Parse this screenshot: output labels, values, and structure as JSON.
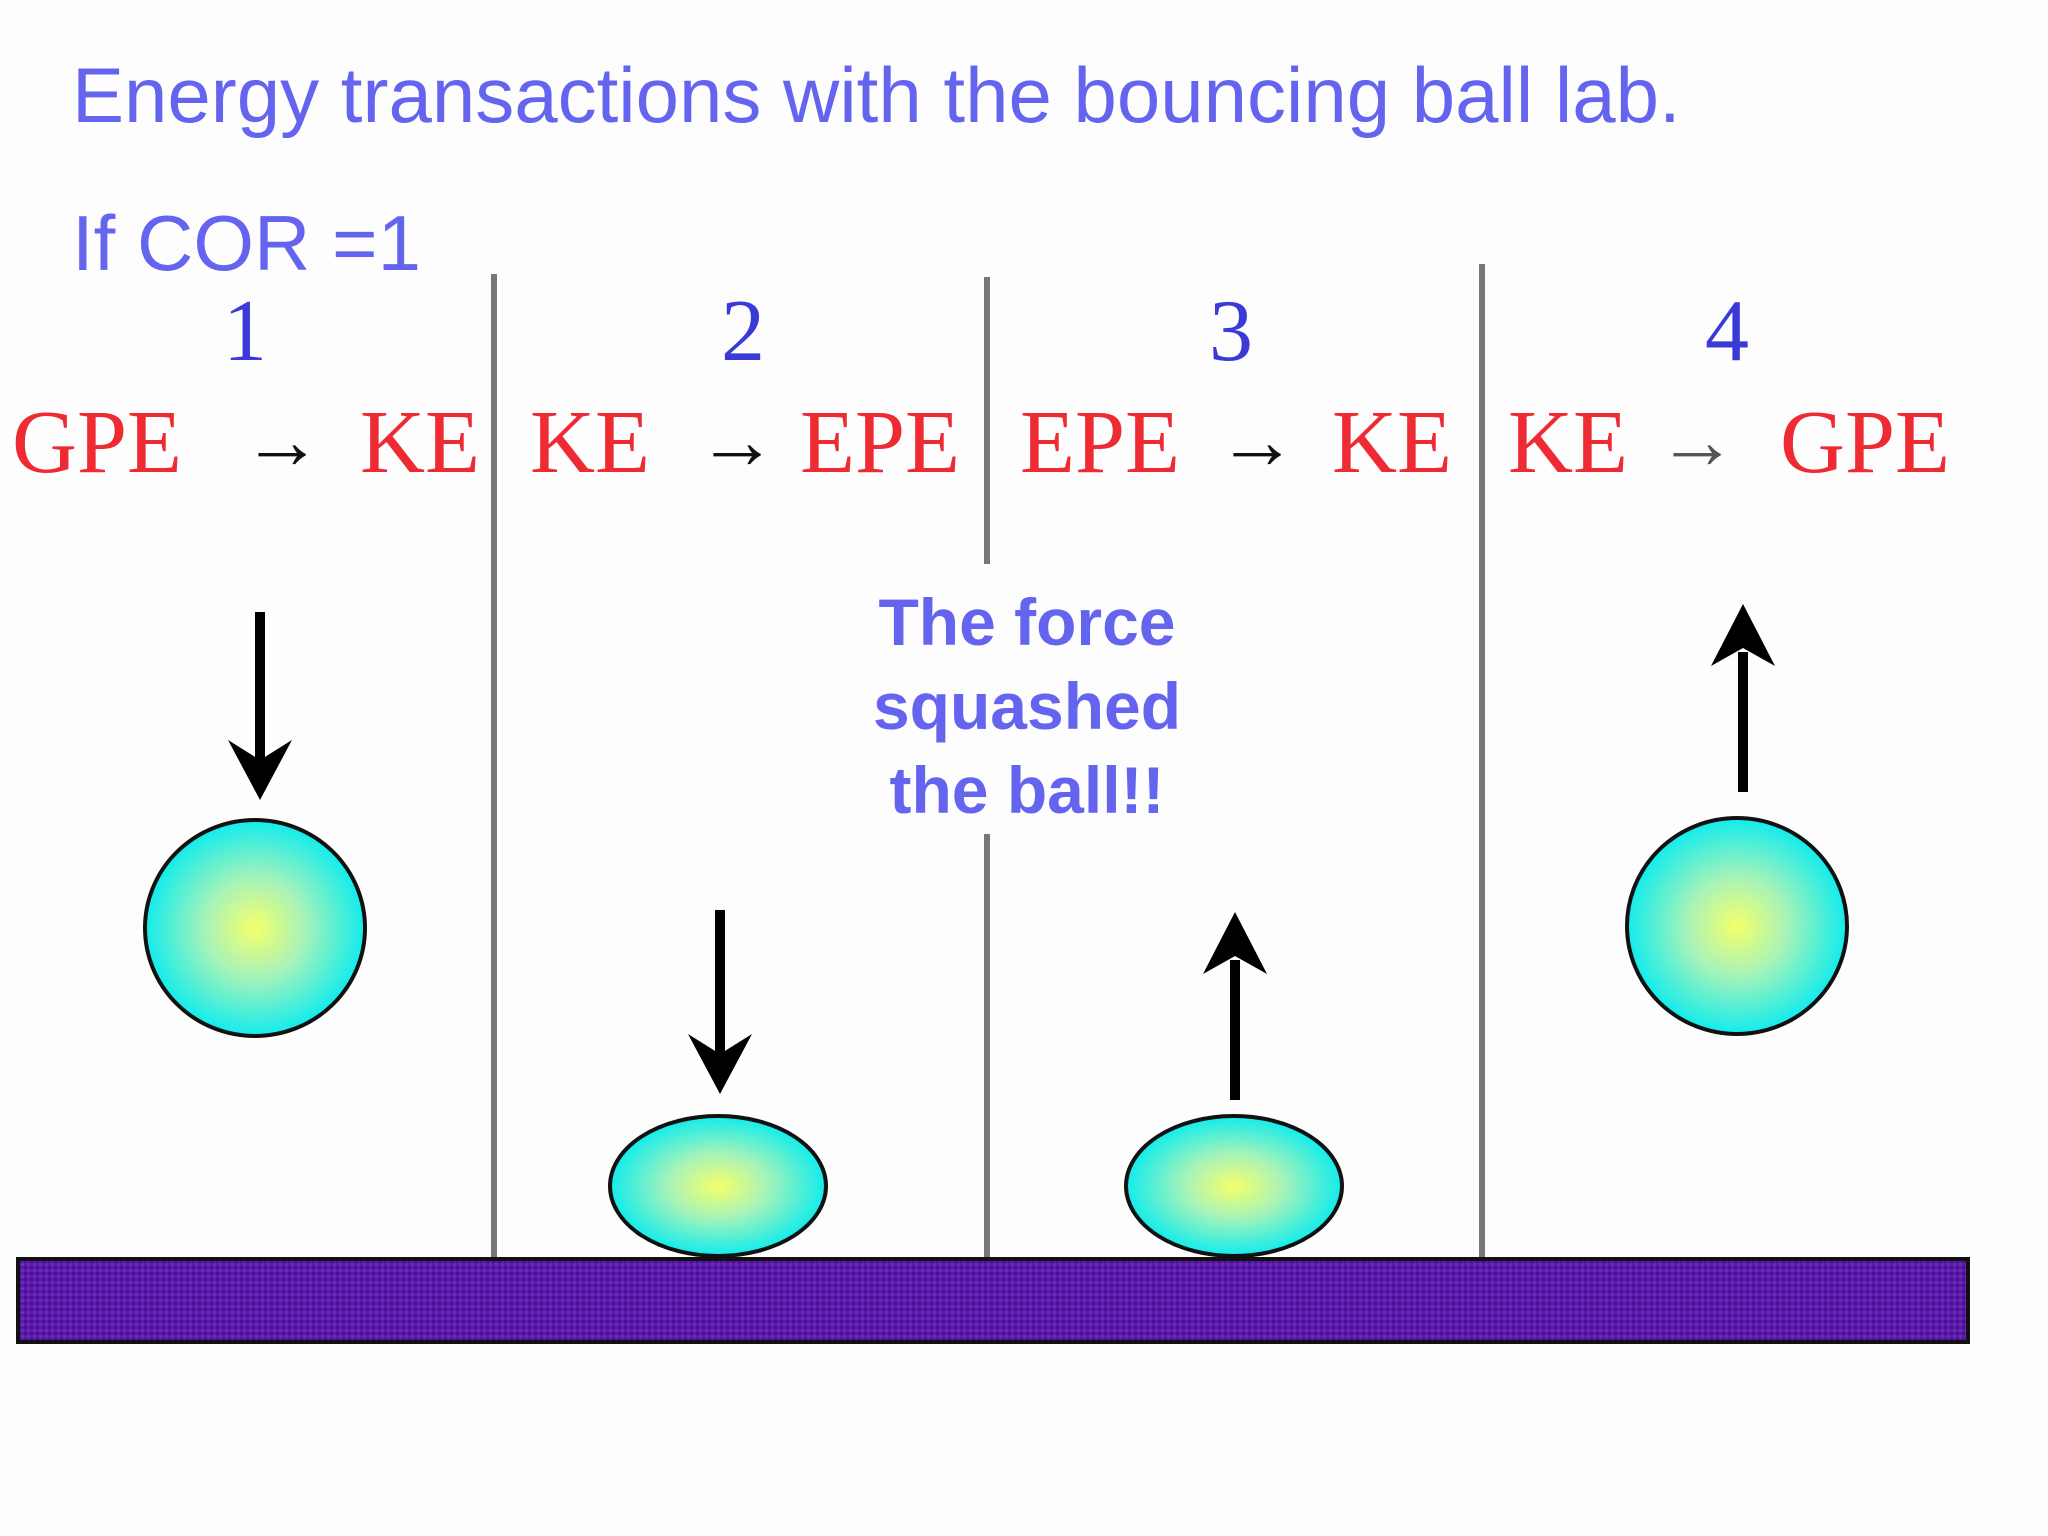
{
  "title": "Energy transactions with the bouncing ball lab.",
  "subtitle": "If COR =1",
  "note": [
    "The force",
    "squashed",
    "the ball!!"
  ],
  "colors": {
    "text_accent": "#6464ee",
    "step_number": "#3a3ad6",
    "energy_red": "#ee2a33",
    "energy_blue": "#4848d8",
    "floor": "#5a1aa8",
    "ball_center": "#f4ff6a",
    "ball_edge": "#12ecec"
  },
  "panels": [
    {
      "number": "1",
      "from": "GPE",
      "arrow": "→",
      "to": "KE",
      "motion_arrow": "down-arrow-icon",
      "ball": "round"
    },
    {
      "number": "2",
      "from": "KE",
      "arrow": "→",
      "to": "EPE",
      "motion_arrow": "down-arrow-icon",
      "ball": "squashed"
    },
    {
      "number": "3",
      "from": "EPE",
      "arrow": "→",
      "to": "KE",
      "motion_arrow": "up-arrow-icon",
      "ball": "squashed"
    },
    {
      "number": "4",
      "from": "KE",
      "arrow": "→",
      "to": "GPE",
      "motion_arrow": "up-arrow-icon",
      "ball": "round"
    }
  ]
}
